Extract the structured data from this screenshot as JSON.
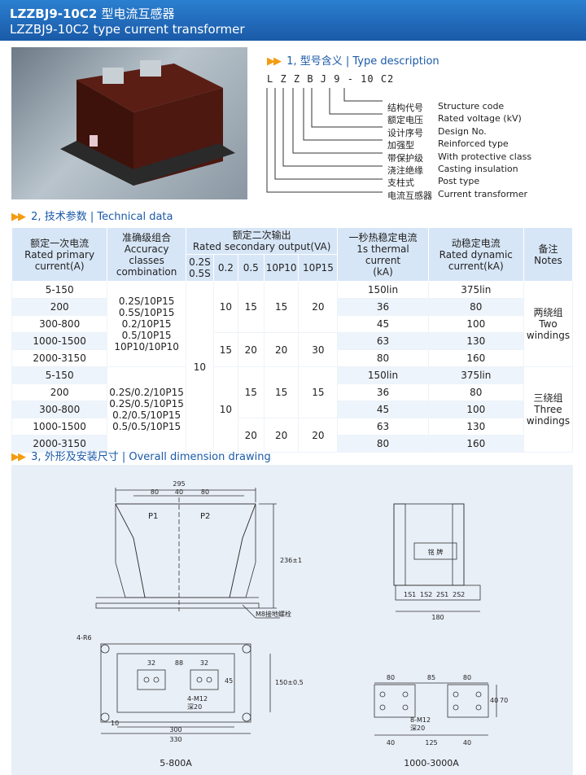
{
  "header": {
    "title_bold": "LZZBJ9-10C2",
    "title_cn": "型电流互感器",
    "title_en": "LZZBJ9-10C2 type current transformer"
  },
  "section1": {
    "num": "1,",
    "cn": "型号含义",
    "sep": "|",
    "en": "Type description"
  },
  "model_code": "L Z Z B J 9 - 10 C2",
  "type_items": [
    {
      "cn": "结构代号",
      "en": "Structure code"
    },
    {
      "cn": "额定电压",
      "en": "Rated voltage (kV)"
    },
    {
      "cn": "设计序号",
      "en": "Design No."
    },
    {
      "cn": "加强型",
      "en": "Reinforced type"
    },
    {
      "cn": "带保护级",
      "en": "With protective class"
    },
    {
      "cn": "浇注绝缘",
      "en": "Casting insulation"
    },
    {
      "cn": "支柱式",
      "en": "Post type"
    },
    {
      "cn": "电流互感器",
      "en": "Current transformer"
    }
  ],
  "section2": {
    "num": "2,",
    "cn": "技术参数",
    "sep": "|",
    "en": "Technical data"
  },
  "table": {
    "h_primary_cn": "额定一次电流",
    "h_primary_en1": "Rated primary",
    "h_primary_en2": "current(A)",
    "h_acc_cn": "准确级组合",
    "h_acc_en1": "Accuracy",
    "h_acc_en2": "classes",
    "h_acc_en3": "combination",
    "h_sec_cn": "额定二次输出",
    "h_sec_en": "Rated secondary output(VA)",
    "h_sub": [
      "0.2S",
      "0.5S",
      "0.2",
      "0.5",
      "10P10",
      "10P15"
    ],
    "h_thermal_cn": "一秒热稳定电流",
    "h_thermal_en1": "1s thermal current",
    "h_thermal_en2": "(kA)",
    "h_dyn_cn": "动稳定电流",
    "h_dyn_en1": "Rated dynamic",
    "h_dyn_en2": "current(kA)",
    "h_notes_cn": "备注",
    "h_notes_en": "Notes",
    "group1": {
      "acc": [
        "0.2S/10P15",
        "0.5S/10P15",
        "0.2/10P15",
        "0.5/10P15",
        "10P10/10P10"
      ],
      "notes_cn": "两绕组",
      "notes_en1": "Two",
      "notes_en2": "windings",
      "r1": {
        "p02": "10",
        "p05": "15",
        "p1010": "15",
        "p1015": "20"
      },
      "r2": {
        "p02": "15",
        "p05": "20",
        "p1010": "20",
        "p1015": "30"
      }
    },
    "group2": {
      "acc": [
        "0.2S/0.2/10P15",
        "0.2S/0.5/10P15",
        "0.2/0.5/10P15",
        "0.5/0.5/10P15"
      ],
      "notes_cn": "三绕组",
      "notes_en1": "Three",
      "notes_en2": "windings",
      "p02": "10",
      "r1": {
        "p05": "15",
        "p1010": "15",
        "p1015": "15"
      },
      "r2": {
        "p05": "20",
        "p1010": "20",
        "p1015": "20"
      }
    },
    "s02s": "10",
    "primary": [
      "5-150",
      "200",
      "300-800",
      "1000-1500",
      "2000-3150",
      "5-150",
      "200",
      "300-800",
      "1000-1500",
      "2000-3150"
    ],
    "thermal": [
      "150lin",
      "36",
      "45",
      "63",
      "80",
      "150lin",
      "36",
      "45",
      "63",
      "80"
    ],
    "dynamic": [
      "375lin",
      "80",
      "100",
      "130",
      "160",
      "375lin",
      "80",
      "100",
      "130",
      "160"
    ]
  },
  "section3": {
    "num": "3,",
    "cn": "外形及安装尺寸",
    "sep": "|",
    "en": "Overall dimension drawing"
  },
  "dims": {
    "d295": "295",
    "d80a": "80",
    "d40": "40",
    "d80b": "80",
    "p1": "P1",
    "p2": "P2",
    "d236": "236±1",
    "m8": "M8接地螺栓",
    "nameplate": "铭      牌",
    "terms": [
      "1S1",
      "1S2",
      "2S1",
      "2S2"
    ],
    "d180": "180",
    "r6": "4-R6",
    "d32a": "32",
    "d88": "88",
    "d32b": "32",
    "d45": "45",
    "d150": "150±0.5",
    "m12": "4-M12",
    "deep20": "深20",
    "d10": "10",
    "d300": "300",
    "d330": "330",
    "b80a": "80",
    "b85": "85",
    "b80b": "80",
    "b40v": "40",
    "b70": "70",
    "b8m12": "8-M12",
    "bdeep": "深20",
    "b40a": "40",
    "b125": "125",
    "b40b": "40",
    "cap_left": "5-800A",
    "cap_right": "1000-3000A"
  }
}
